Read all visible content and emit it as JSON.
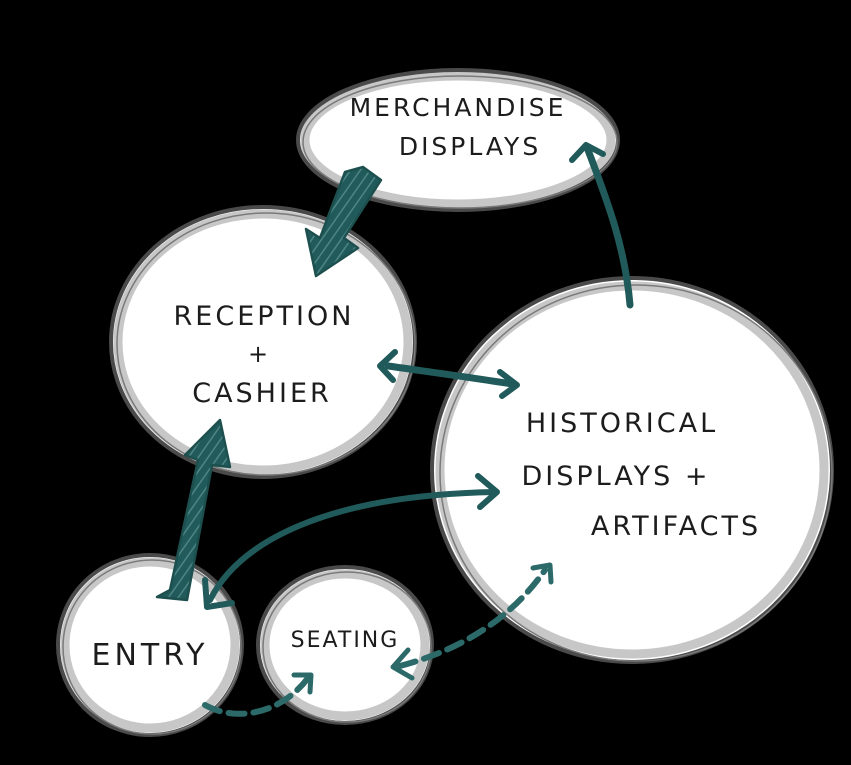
{
  "diagram": {
    "nodes": {
      "merchandise": {
        "line1": "Merchandise",
        "line2": "Displays"
      },
      "reception": {
        "line1": "Reception",
        "line2": "+",
        "line3": "Cashier"
      },
      "historical": {
        "line1": "Historical",
        "line2": "Displays +",
        "line3": "Artifacts"
      },
      "entry": {
        "line1": "Entry"
      },
      "seating": {
        "line1": "Seating"
      }
    },
    "colors": {
      "background": "#000000",
      "bubble": "#ffffff",
      "arrow": "#215a5a",
      "arrow_hatch": "#4e8484",
      "arrow_dashed": "#2c6a6a",
      "outline": "#4a4a4a"
    },
    "arrows": [
      {
        "from": "merchandise",
        "to": "reception",
        "style": "wide"
      },
      {
        "from": "entry",
        "to": "reception",
        "style": "wide"
      },
      {
        "from": "reception",
        "to": "historical",
        "style": "double"
      },
      {
        "from": "historical",
        "to": "merchandise",
        "style": "solid"
      },
      {
        "from": "entry",
        "to": "historical",
        "style": "double-curved"
      },
      {
        "from": "entry",
        "to": "seating",
        "style": "dashed"
      },
      {
        "from": "seating",
        "to": "historical",
        "style": "dashed-double"
      }
    ]
  }
}
